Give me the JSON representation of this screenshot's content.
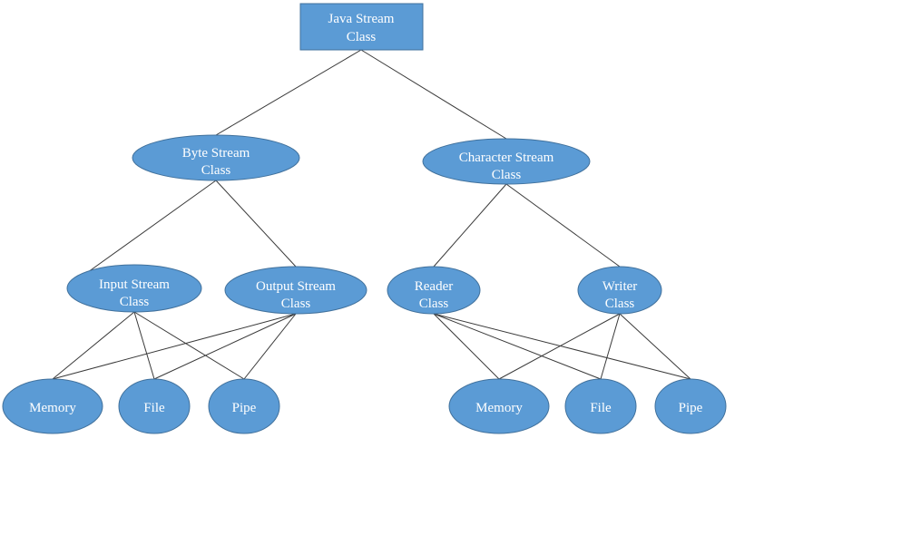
{
  "diagram": {
    "root": {
      "line1": "Java Stream",
      "line2": "Class"
    },
    "byte_stream": {
      "line1": "Byte Stream",
      "line2": "Class"
    },
    "character_stream": {
      "line1": "Character Stream",
      "line2": "Class"
    },
    "input_stream": {
      "line1": "Input Stream",
      "line2": "Class"
    },
    "output_stream": {
      "line1": "Output Stream",
      "line2": "Class"
    },
    "reader": {
      "line1": "Reader",
      "line2": "Class"
    },
    "writer": {
      "line1": "Writer",
      "line2": "Class"
    },
    "byte_memory": {
      "label": "Memory"
    },
    "byte_file": {
      "label": "File"
    },
    "byte_pipe": {
      "label": "Pipe"
    },
    "char_memory": {
      "label": "Memory"
    },
    "char_file": {
      "label": "File"
    },
    "char_pipe": {
      "label": "Pipe"
    }
  },
  "colors": {
    "node_fill": "#5b9bd5",
    "node_stroke": "#41719c",
    "edge": "#3a3a3a",
    "text": "#ffffff"
  }
}
